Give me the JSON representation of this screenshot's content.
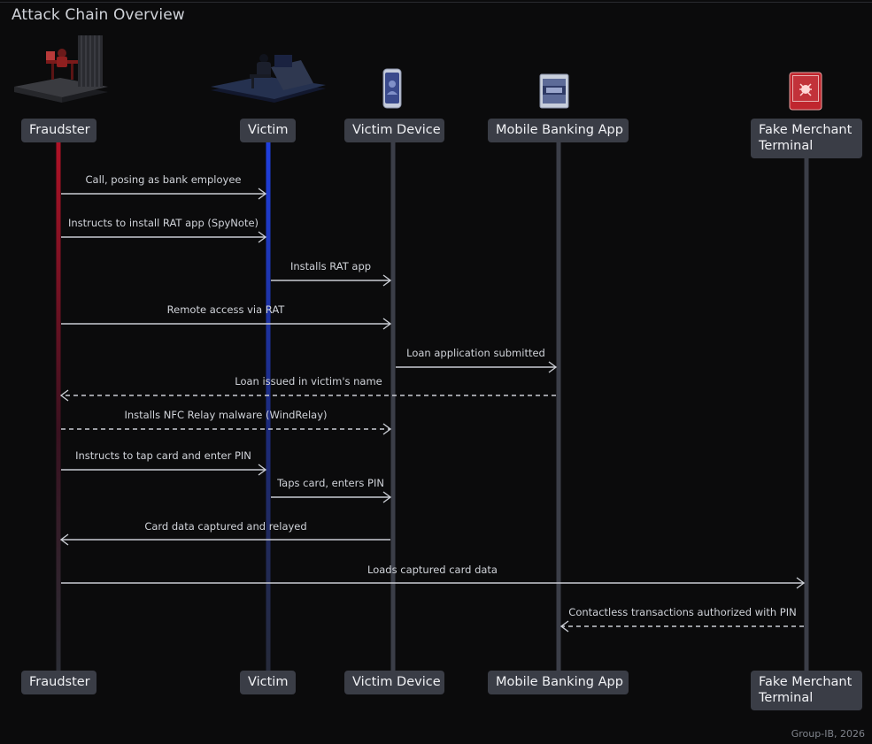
{
  "title": "Attack Chain Overview",
  "footer": "Group-IB, 2026",
  "participants": [
    {
      "id": "fraudster",
      "label": "Fraudster",
      "icon": "hacker-desk-icon",
      "line_color": "#b01226"
    },
    {
      "id": "victim",
      "label": "Victim",
      "icon": "victim-desk-icon",
      "line_color": "#1f3fe0"
    },
    {
      "id": "device",
      "label": "Victim Device",
      "icon": "smartphone-icon",
      "line_color": "#3b3e48"
    },
    {
      "id": "bank",
      "label": "Mobile Banking App",
      "icon": "bank-card-app-icon",
      "line_color": "#3b3e48"
    },
    {
      "id": "merchant",
      "label": "Fake Merchant Terminal",
      "icon": "malicious-terminal-icon",
      "line_color": "#3b3e48"
    }
  ],
  "messages": [
    {
      "from": "fraudster",
      "to": "victim",
      "label": "Call, posing as bank employee",
      "style": "solid"
    },
    {
      "from": "fraudster",
      "to": "victim",
      "label": "Instructs to install RAT app (SpyNote)",
      "style": "solid"
    },
    {
      "from": "victim",
      "to": "device",
      "label": "Installs RAT app",
      "style": "solid"
    },
    {
      "from": "fraudster",
      "to": "device",
      "label": "Remote access via RAT",
      "style": "solid"
    },
    {
      "from": "device",
      "to": "bank",
      "label": "Loan application submitted",
      "style": "solid"
    },
    {
      "from": "bank",
      "to": "fraudster",
      "label": "Loan issued in victim's name",
      "style": "dashed"
    },
    {
      "from": "fraudster",
      "to": "device",
      "label": "Installs NFC Relay malware (WindRelay)",
      "style": "dashed"
    },
    {
      "from": "fraudster",
      "to": "victim",
      "label": "Instructs to tap card and enter PIN",
      "style": "solid"
    },
    {
      "from": "victim",
      "to": "device",
      "label": "Taps card, enters PIN",
      "style": "solid"
    },
    {
      "from": "device",
      "to": "fraudster",
      "label": "Card data captured and relayed",
      "style": "solid"
    },
    {
      "from": "fraudster",
      "to": "merchant",
      "label": "Loads captured card data",
      "style": "solid"
    },
    {
      "from": "merchant",
      "to": "bank",
      "label": "Contactless transactions authorized with PIN",
      "style": "dashed"
    }
  ]
}
